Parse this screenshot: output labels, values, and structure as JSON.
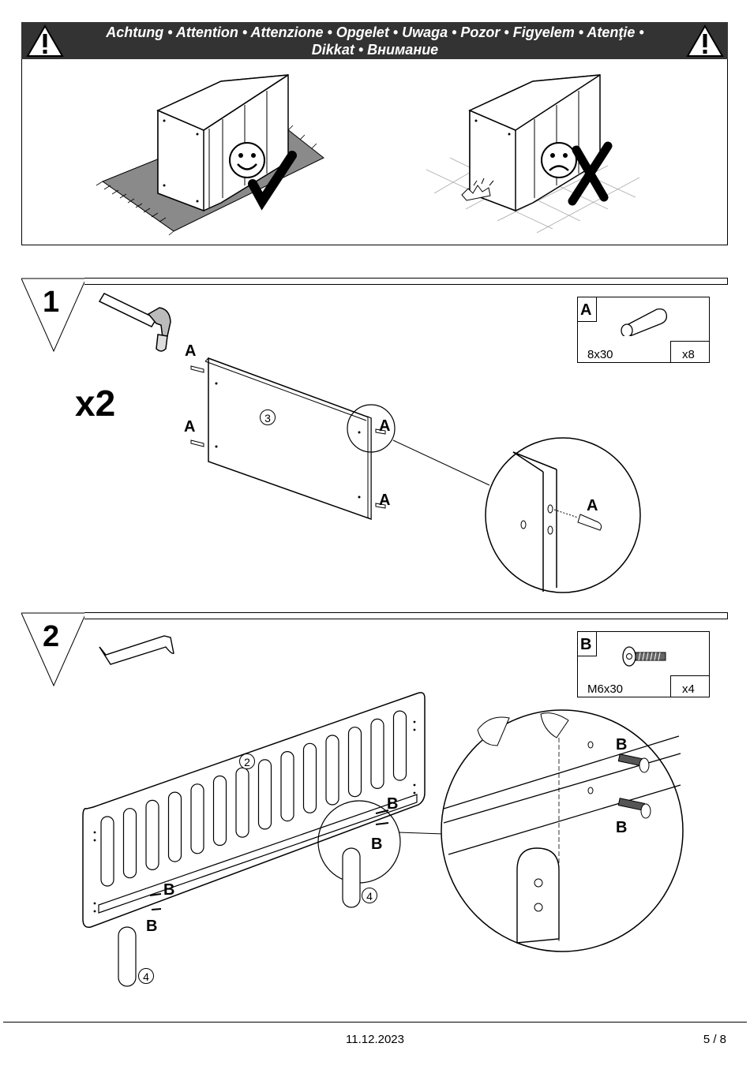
{
  "warning": {
    "line1": "Achtung • Attention • Attenzione • Opgelet • Uwaga  • Pozor  • Figyelem • Atenţie •",
    "line2": "Dikkat • Внимание"
  },
  "step1": {
    "number": "1",
    "multiplier": "x2",
    "part": {
      "letter": "A",
      "size": "8x30",
      "qty": "x8"
    },
    "panel_number": "3",
    "label": "A"
  },
  "step2": {
    "number": "2",
    "part": {
      "letter": "B",
      "size": "M6x30",
      "qty": "x4"
    },
    "panel_number": "2",
    "leg_number": "4",
    "label": "B"
  },
  "footer": {
    "date": "11.12.2023",
    "page": "5 / 8"
  }
}
